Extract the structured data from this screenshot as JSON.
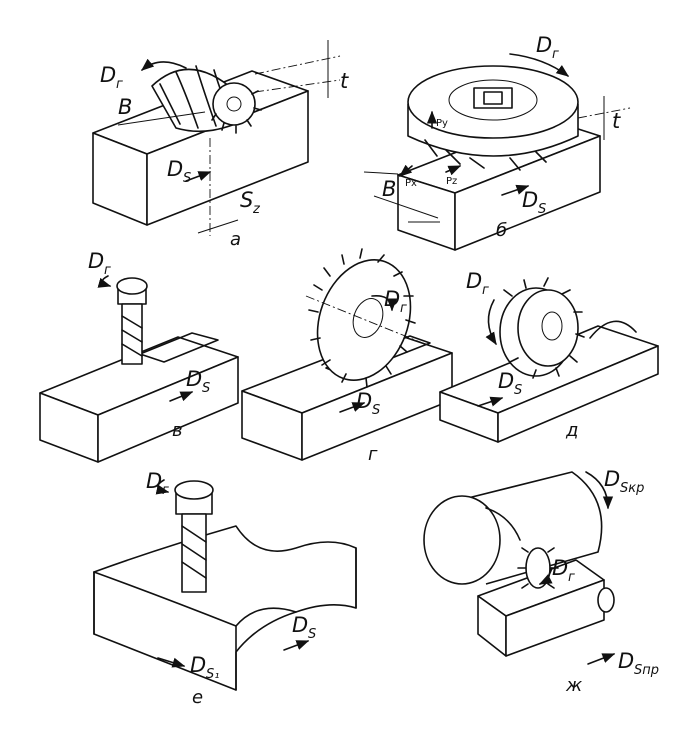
{
  "figure": {
    "panels": [
      {
        "caption": "а",
        "labels": {
          "rotation": "D",
          "rotation_sub": "г",
          "width": "B",
          "depth": "t",
          "feed": "D",
          "feed_sub": "S",
          "tooth_feed": "S",
          "tooth_feed_sub": "z"
        }
      },
      {
        "caption": "б",
        "labels": {
          "rotation": "D",
          "rotation_sub": "г",
          "width": "B",
          "depth": "t",
          "feed": "D",
          "feed_sub": "S",
          "force_y": "Py",
          "force_x": "Px",
          "force_z": "Pz"
        }
      },
      {
        "caption": "в",
        "labels": {
          "rotation": "D",
          "rotation_sub": "г",
          "feed": "D",
          "feed_sub": "S"
        }
      },
      {
        "caption": "г",
        "labels": {
          "rotation": "D",
          "rotation_sub": "г",
          "feed": "D",
          "feed_sub": "S"
        }
      },
      {
        "caption": "д",
        "labels": {
          "rotation": "D",
          "rotation_sub": "г",
          "feed": "D",
          "feed_sub": "S"
        }
      },
      {
        "caption": "е",
        "labels": {
          "rotation": "D",
          "rotation_sub": "г",
          "feed": "D",
          "feed_sub": "S",
          "feed2": "D",
          "feed2_sub": "S₁"
        }
      },
      {
        "caption": "ж",
        "labels": {
          "rotation": "D",
          "rotation_sub": "г",
          "circ_feed": "D",
          "circ_feed_sub": "Sкр",
          "long_feed": "D",
          "long_feed_sub": "Sпр"
        }
      }
    ]
  }
}
